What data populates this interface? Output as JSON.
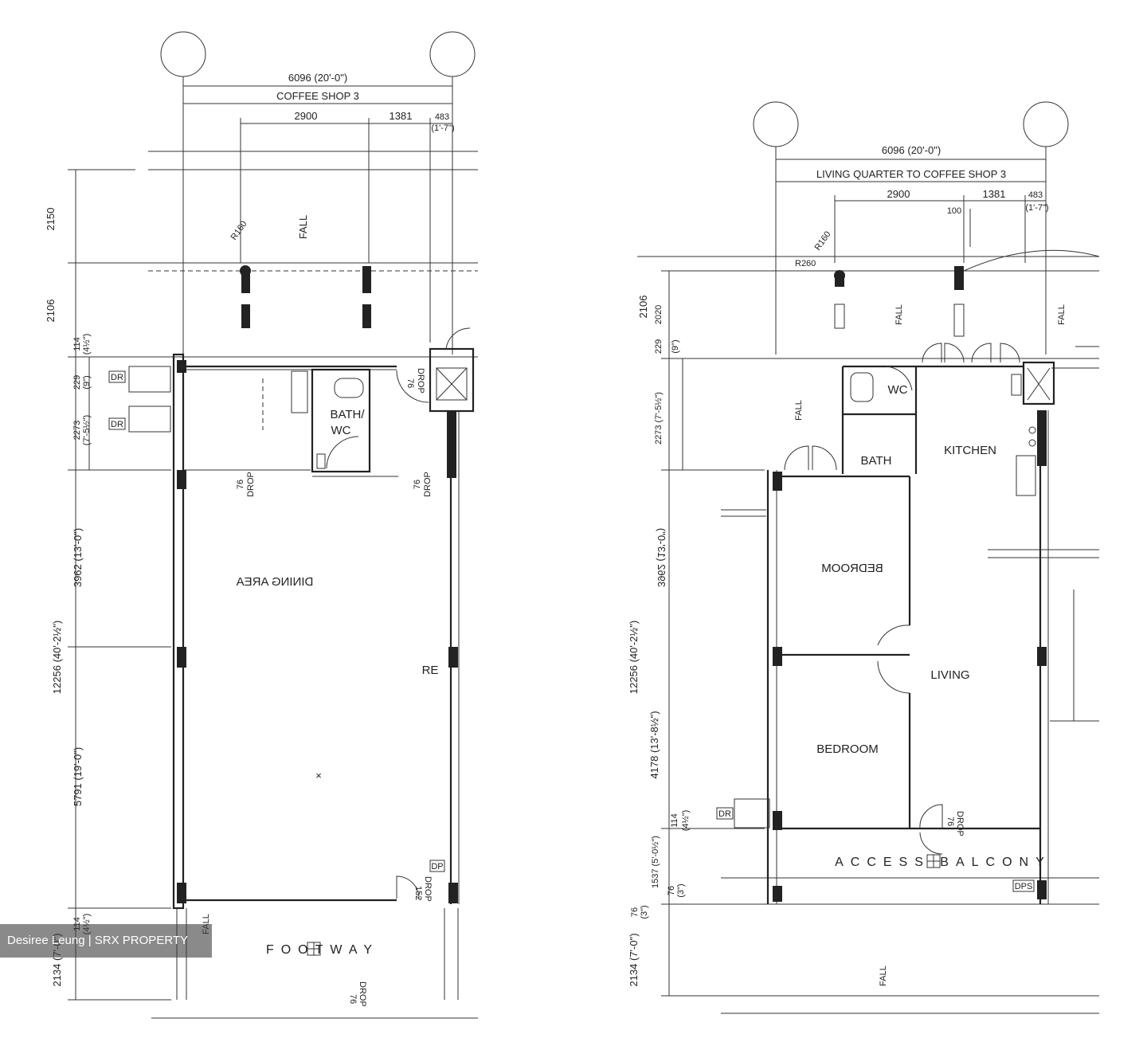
{
  "left_plan": {
    "overall_width": "6096 (20'-0\")",
    "title": "COFFEE SHOP 3",
    "dim_2900": "2900",
    "dim_1381": "1381",
    "dim_483": "483",
    "dim_1_7": "(1'-7\")",
    "dim_2150": "2150",
    "dim_2106": "2106",
    "dim_114": "114",
    "dim_114_in": "(4½\")",
    "dim_229": "229",
    "dim_229_in": "(9\")",
    "dim_2273": "2273",
    "dim_2273_in": "(7'-5½\")",
    "dim_12256": "12256 (40'-2½\")",
    "dim_3962": "3962 (13'-0\")",
    "dim_5791": "5791 (19'-0\")",
    "dim_2134": "2134 (7'-0\")",
    "dim_114b": "114",
    "dim_114b_in": "(4½\")",
    "radius": "R160",
    "fall": "FALL",
    "dr": "DR",
    "bath_wc_1": "BATH/",
    "bath_wc_2": "WC",
    "drop_76": "76",
    "drop_word": "DROP",
    "drop_152": "152",
    "dining_area_mirrored": "DINING AREA",
    "re": "RE",
    "dp": "DP",
    "footway": "FOOTWAY"
  },
  "right_plan": {
    "overall_width": "6096 (20'-0\")",
    "title": "LIVING QUARTER TO COFFEE SHOP 3",
    "dim_2900": "2900",
    "dim_1381": "1381",
    "dim_483": "483",
    "dim_1_7": "(1'-7\")",
    "dim_100": "100",
    "radius_160": "R160",
    "radius_260": "R260",
    "dim_2106": "2106",
    "dim_2020": "2020",
    "dim_229": "229",
    "dim_229_in": "(9\")",
    "dim_2273": "2273 (7'-5½\")",
    "dim_12256": "12256 (40'-2½\")",
    "dim_3962_mirrored": "3962 (13'-0\")",
    "dim_4178": "4178 (13'-8½\")",
    "dim_114": "114",
    "dim_114_in": "(4½\")",
    "dim_1537": "1537 (5'-0½\")",
    "dim_76": "76",
    "dim_76_in": "(3\")",
    "dim_76b": "76",
    "dim_76b_in": "(3\")",
    "dim_2134": "2134 (7'-0\")",
    "fall": "FALL",
    "wc": "WC",
    "bath": "BATH",
    "kitchen": "KITCHEN",
    "bedroom_mirrored": "BEDROOM",
    "living": "LIVING",
    "bedroom": "BEDROOM",
    "dr": "DR",
    "drop_76": "76",
    "drop_word": "DROP",
    "access_balcony_1": "ACCESS",
    "access_balcony_2": "BALCONY",
    "dps": "DPS"
  },
  "watermark": "Desiree Leung | SRX PROPERTY"
}
